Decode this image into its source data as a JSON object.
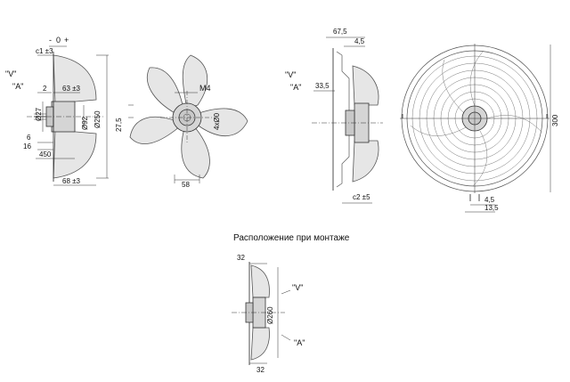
{
  "caption": "Расположение при монтаже",
  "view1": {
    "c1": "c1 ±3",
    "tol_minus": "-",
    "tol_zero": "0",
    "tol_plus": "+",
    "label_v": "\"V\"",
    "label_a": "\"A\"",
    "d2": "2",
    "d63": "63 ±3",
    "d27": "Ø27",
    "d92": "Ø92",
    "d250": "Ø250",
    "d6": "6",
    "d16": "16",
    "d450": "450",
    "d68": "68 ±3"
  },
  "view2": {
    "m4": "M4",
    "d90": "4xØ0",
    "d27_5": "27,5",
    "d58": "58"
  },
  "view3": {
    "d67_5": "67,5",
    "d4_5": "4,5",
    "label_v": "\"V\"",
    "label_a": "\"A\"",
    "d33_5": "33,5",
    "c2": "c2 ±5"
  },
  "view4": {
    "d300": "300",
    "d4_5": "4,5",
    "d13_5": "13,5"
  },
  "view5": {
    "d32_top": "32",
    "label_v": "\"V\"",
    "d260": "Ø260",
    "label_a": "\"A\"",
    "d32_bottom": "32"
  }
}
